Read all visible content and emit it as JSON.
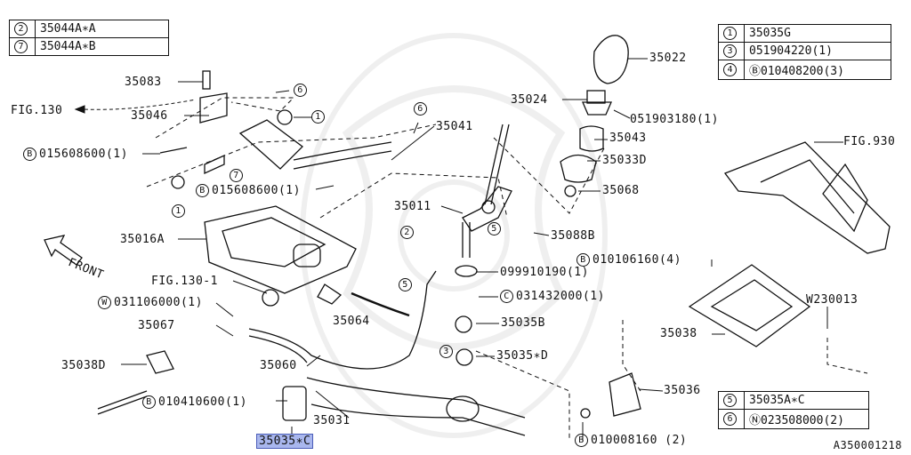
{
  "tables": {
    "top_left": [
      {
        "key": "2",
        "value": "35044A∗A"
      },
      {
        "key": "7",
        "value": "35044A∗B"
      }
    ],
    "top_right": [
      {
        "key": "1",
        "value": "35035G"
      },
      {
        "key": "3",
        "value": "051904220(1)"
      },
      {
        "key": "4",
        "value": "Ⓑ010408200(3)"
      }
    ],
    "bottom_right": [
      {
        "key": "5",
        "value": "35035A∗C"
      },
      {
        "key": "6",
        "value": "Ⓝ023508000(2)"
      }
    ]
  },
  "labels": {
    "p35083": "35083",
    "fig130": "FIG.130",
    "p35046": "35046",
    "b015608600a": "015608600(1)",
    "b015608600b": "015608600(1)",
    "p35041": "35041",
    "p35011": "35011",
    "p35016a": "35016A",
    "front": "FRONT",
    "fig130_1": "FIG.130-1",
    "w031106000": "031106000(1)",
    "p35067": "35067",
    "p35064": "35064",
    "p35038d": "35038D",
    "b010410600": "010410600(1)",
    "p35060": "35060",
    "p35031": "35031",
    "p35035c": "35035∗C",
    "p35022": "35022",
    "p35024": "35024",
    "p051903180": "051903180(1)",
    "p35043": "35043",
    "p35033d": "35033D",
    "p35068": "35068",
    "p35088b": "35088B",
    "p099910190": "099910190(1)",
    "c031432000": "031432000(1)",
    "p35035b": "35035B",
    "p35035d": "35035∗D",
    "p35036": "35036",
    "b010008160": "010008160 (2)",
    "fig930": "FIG.930",
    "b010106160": "010106160(4)",
    "w230013": "W230013",
    "p35038": "35038",
    "callout_1a": "1",
    "callout_1b": "1",
    "callout_2": "2",
    "callout_3": "3",
    "callout_5a": "5",
    "callout_5b": "5",
    "callout_6a": "6",
    "callout_6b": "6",
    "callout_7": "7",
    "circ_b": "B",
    "circ_w": "W",
    "circ_c": "C",
    "diagram_code": "A350001218"
  }
}
